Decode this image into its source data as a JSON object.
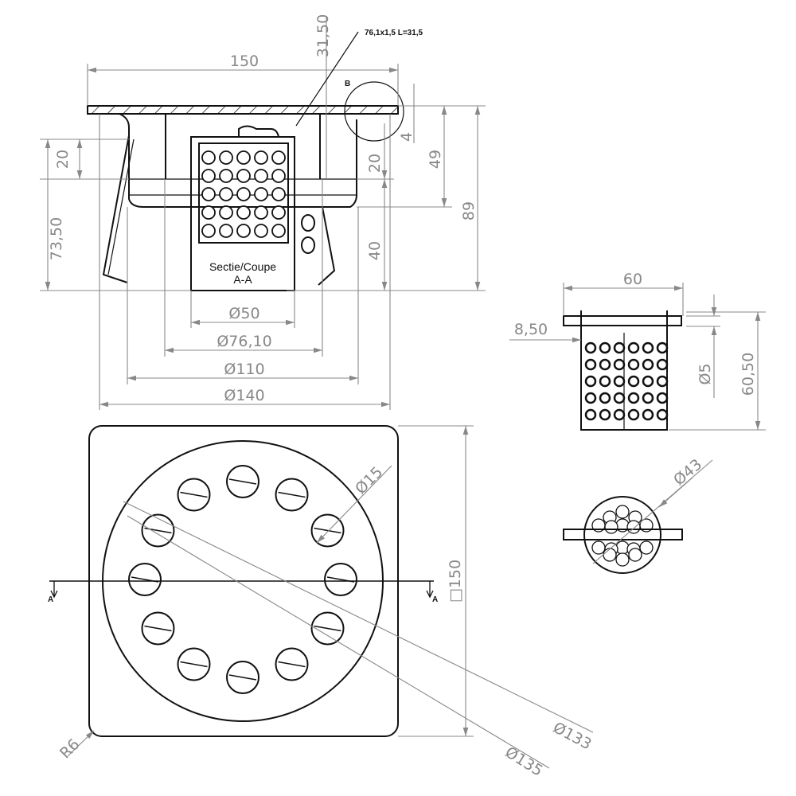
{
  "top_view": {
    "width": "150",
    "height_top": "31,50",
    "pipe_note": "76,1x1,5  L=31,5",
    "detail_label": "B",
    "flange_thickness": "4",
    "inner_depth": "20",
    "depth_49": "49",
    "total_height": "89",
    "left_20": "20",
    "left_73": "73,50",
    "lower_40": "40",
    "section_title": "Sectie/Coupe",
    "section_name": "A-A",
    "dia_50": "Ø50",
    "dia_76": "Ø76,10",
    "dia_110": "Ø110",
    "dia_140": "Ø140"
  },
  "plan_view": {
    "hole_dia": "Ø15",
    "square": "□150",
    "section_mark_left": "A",
    "section_mark_right": "A",
    "radius": "R6",
    "dia_133": "Ø133",
    "dia_135": "Ø135"
  },
  "basket_view": {
    "width": "60",
    "offset": "8,50",
    "hole_dia": "Ø5",
    "height": "60,50",
    "top_dia": "Ø43"
  }
}
